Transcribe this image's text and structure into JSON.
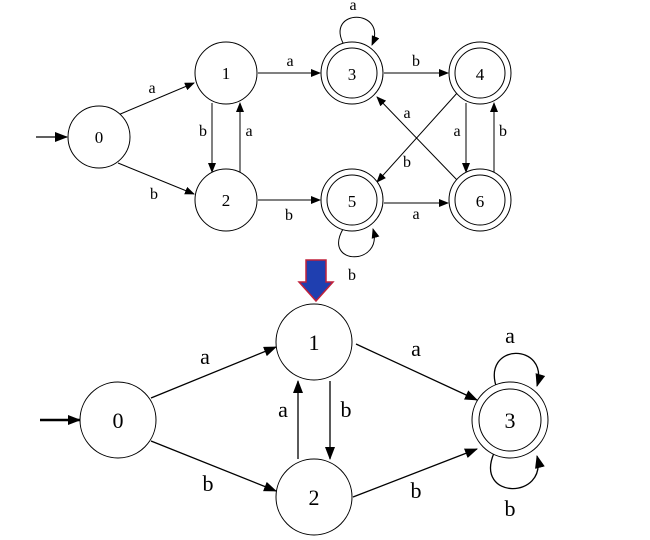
{
  "top_dfa": {
    "states": [
      {
        "id": "0",
        "accepting": false,
        "start": true
      },
      {
        "id": "1",
        "accepting": false
      },
      {
        "id": "2",
        "accepting": false
      },
      {
        "id": "3",
        "accepting": true
      },
      {
        "id": "4",
        "accepting": true
      },
      {
        "id": "5",
        "accepting": true
      },
      {
        "id": "6",
        "accepting": true
      }
    ],
    "transitions": [
      {
        "from": "0",
        "to": "1",
        "symbol": "a"
      },
      {
        "from": "0",
        "to": "2",
        "symbol": "b"
      },
      {
        "from": "1",
        "to": "3",
        "symbol": "a"
      },
      {
        "from": "1",
        "to": "2",
        "symbol": "b"
      },
      {
        "from": "2",
        "to": "1",
        "symbol": "a"
      },
      {
        "from": "2",
        "to": "5",
        "symbol": "b"
      },
      {
        "from": "3",
        "to": "3",
        "symbol": "a"
      },
      {
        "from": "3",
        "to": "4",
        "symbol": "b"
      },
      {
        "from": "4",
        "to": "6",
        "symbol": "a"
      },
      {
        "from": "4",
        "to": "5",
        "symbol": "b"
      },
      {
        "from": "6",
        "to": "4",
        "symbol": "b"
      },
      {
        "from": "6",
        "to": "3",
        "symbol": "a"
      },
      {
        "from": "5",
        "to": "5",
        "symbol": "b"
      },
      {
        "from": "5",
        "to": "6",
        "symbol": "a"
      }
    ]
  },
  "arrow_color": "#1f3fb0",
  "arrow_outline_color": "#c0203a",
  "bottom_dfa": {
    "states": [
      {
        "id": "0",
        "accepting": false,
        "start": true
      },
      {
        "id": "1",
        "accepting": false
      },
      {
        "id": "2",
        "accepting": false
      },
      {
        "id": "3",
        "accepting": true
      }
    ],
    "transitions": [
      {
        "from": "0",
        "to": "1",
        "symbol": "a"
      },
      {
        "from": "0",
        "to": "2",
        "symbol": "b"
      },
      {
        "from": "1",
        "to": "2",
        "symbol": "b"
      },
      {
        "from": "2",
        "to": "1",
        "symbol": "a"
      },
      {
        "from": "1",
        "to": "3",
        "symbol": "a"
      },
      {
        "from": "2",
        "to": "3",
        "symbol": "b"
      },
      {
        "from": "3",
        "to": "3",
        "symbol": "a"
      },
      {
        "from": "3",
        "to": "3",
        "symbol": "b"
      }
    ]
  }
}
